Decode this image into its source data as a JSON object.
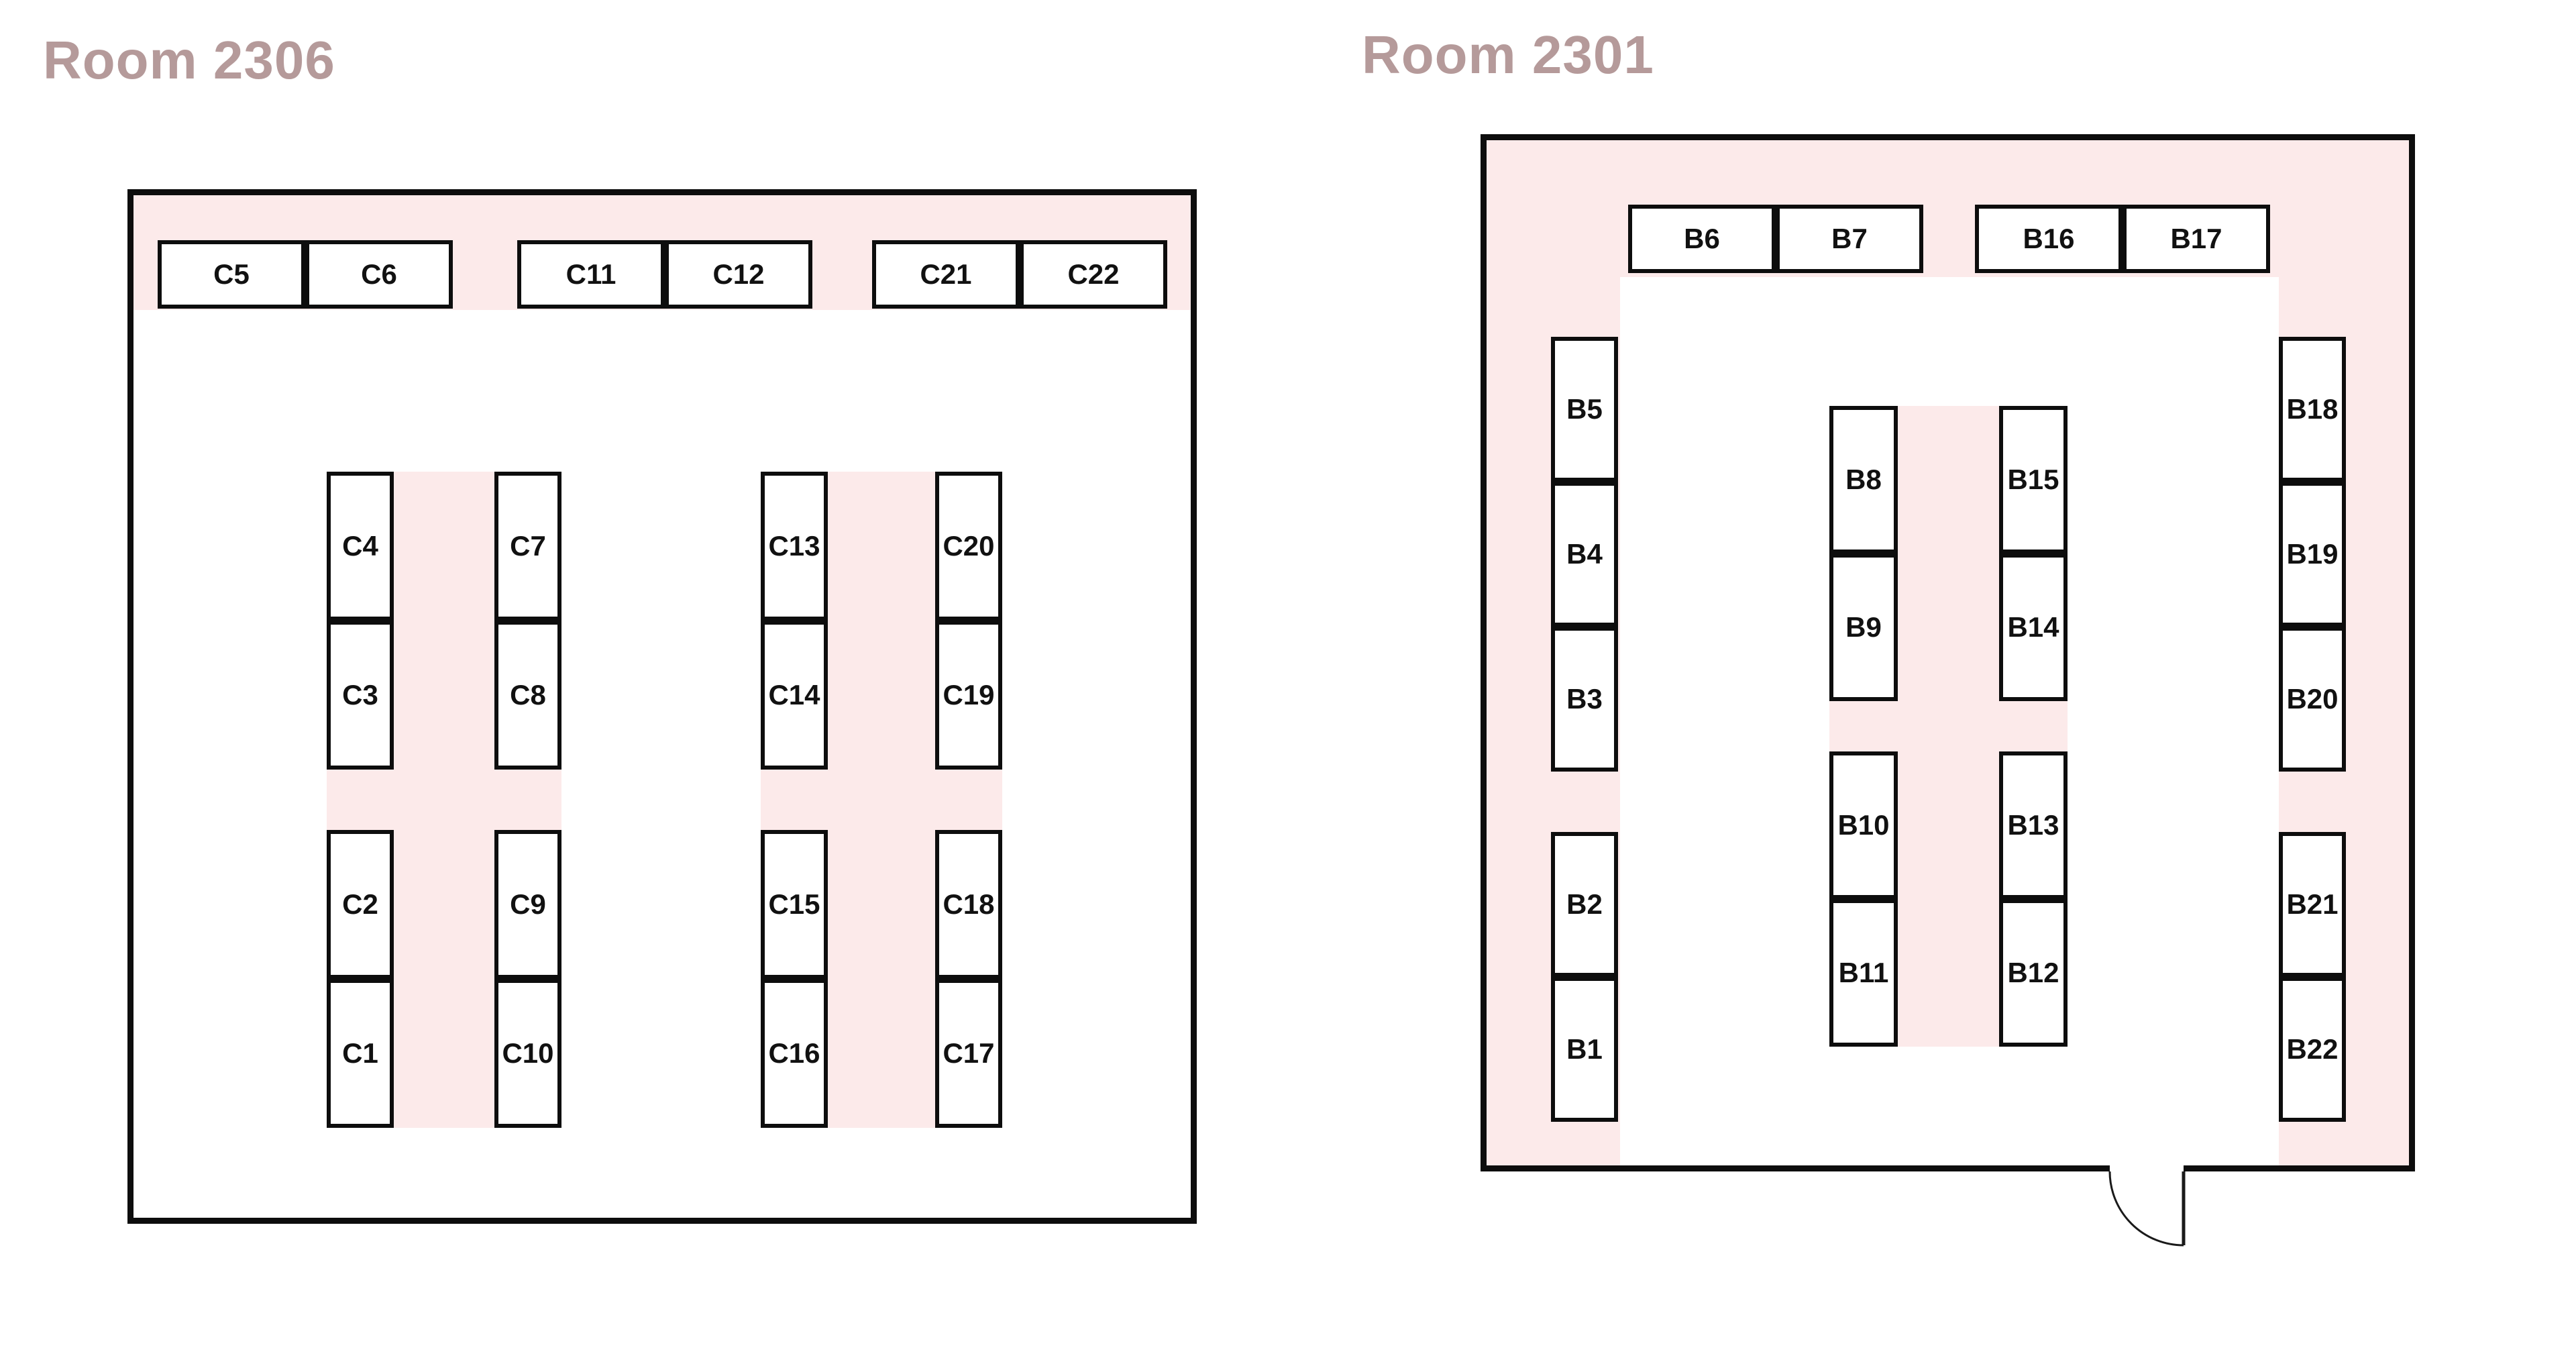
{
  "colors": {
    "aisle_pink": "#fceaea",
    "title_mauve": "#b59a9a",
    "line_black": "#0d0d0d"
  },
  "rooms": [
    {
      "title": "Room 2306",
      "top_row": [
        "C5",
        "C6",
        "C11",
        "C12",
        "C21",
        "C22"
      ],
      "clusters": [
        {
          "columns": [
            [
              "C4",
              "C3",
              "C2",
              "C1"
            ],
            [
              "C7",
              "C8",
              "C9",
              "C10"
            ]
          ]
        },
        {
          "columns": [
            [
              "C13",
              "C14",
              "C15",
              "C16"
            ],
            [
              "C20",
              "C19",
              "C18",
              "C17"
            ]
          ]
        }
      ]
    },
    {
      "title": "Room 2301",
      "top_row": [
        "B6",
        "B7",
        "B16",
        "B17"
      ],
      "left_column": [
        "B5",
        "B4",
        "B3",
        "B2",
        "B1"
      ],
      "right_column": [
        "B18",
        "B19",
        "B20",
        "B21",
        "B22"
      ],
      "center_columns": [
        [
          "B8",
          "B9",
          "B10",
          "B11"
        ],
        [
          "B15",
          "B14",
          "B13",
          "B12"
        ]
      ],
      "door": "door-swing"
    }
  ]
}
